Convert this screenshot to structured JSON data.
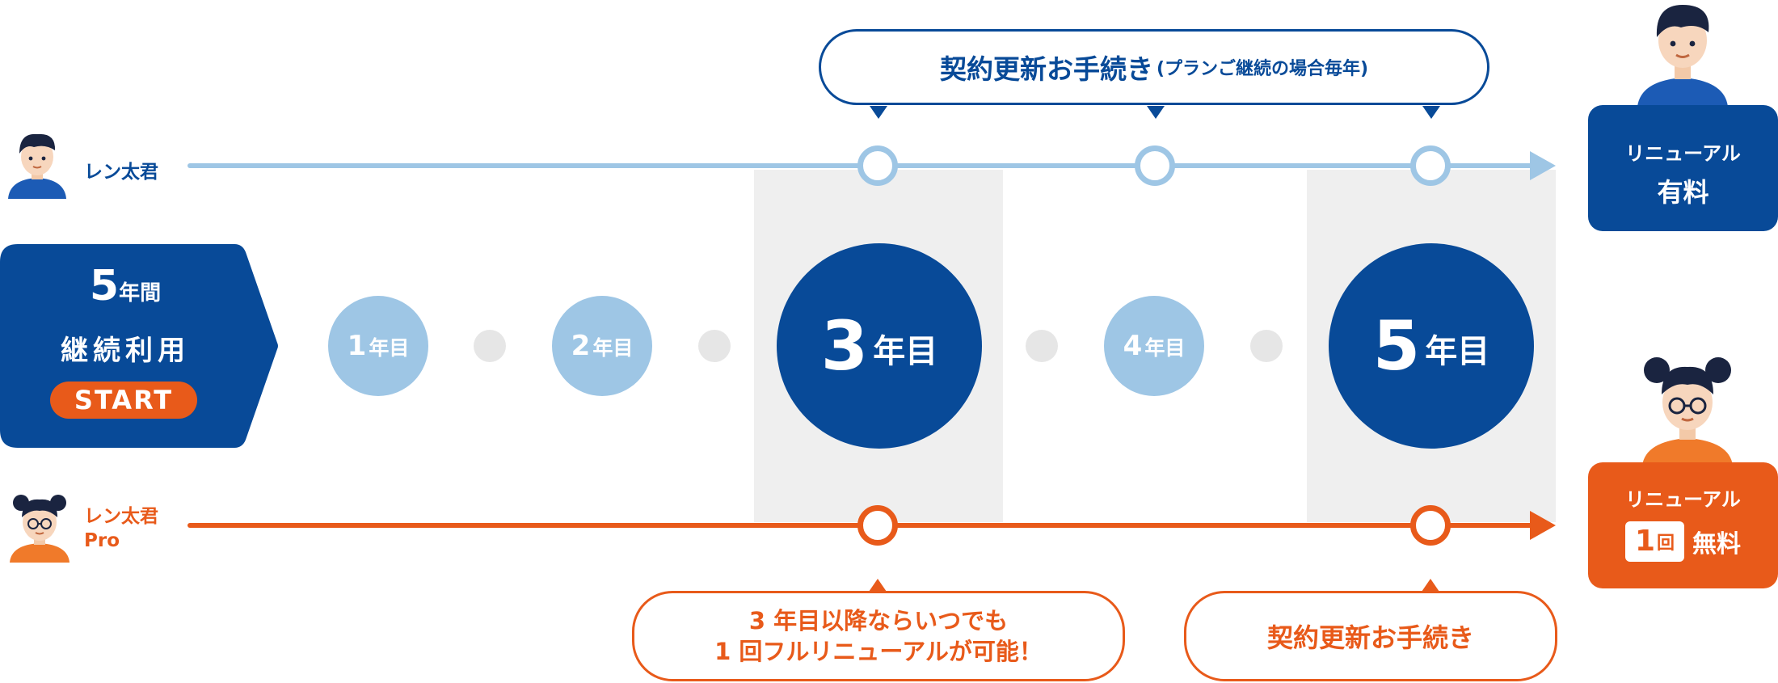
{
  "top_bubble": {
    "main": "契約更新お手続き",
    "paren": "(プランご継続の場合毎年)"
  },
  "user_basic": {
    "name": "レン太君"
  },
  "user_pro": {
    "name_line1": "レン太君",
    "name_line2": "Pro"
  },
  "start_box": {
    "years_num": "5",
    "years_unit": "年間",
    "line2": "継続利用",
    "badge": "START"
  },
  "years": [
    {
      "num": "1",
      "unit": "年目"
    },
    {
      "num": "2",
      "unit": "年目"
    },
    {
      "num": "3",
      "unit": "年目"
    },
    {
      "num": "4",
      "unit": "年目"
    },
    {
      "num": "5",
      "unit": "年目"
    }
  ],
  "card_basic": {
    "line1": "リニューアル",
    "line2": "有料"
  },
  "card_pro": {
    "line1": "リニューアル",
    "badge_num": "1",
    "badge_unit": "回",
    "after": "無料"
  },
  "bubble_pro_left": {
    "line1": "3 年目以降ならいつでも",
    "line2": "1 回フルリニューアルが可能！"
  },
  "bubble_pro_right": {
    "text": "契約更新お手続き"
  },
  "colors": {
    "navy": "#084a98",
    "light_blue": "#9ec6e5",
    "orange": "#e85a1a",
    "gray_dot": "#e6e6e6",
    "shade": "#efefef"
  }
}
